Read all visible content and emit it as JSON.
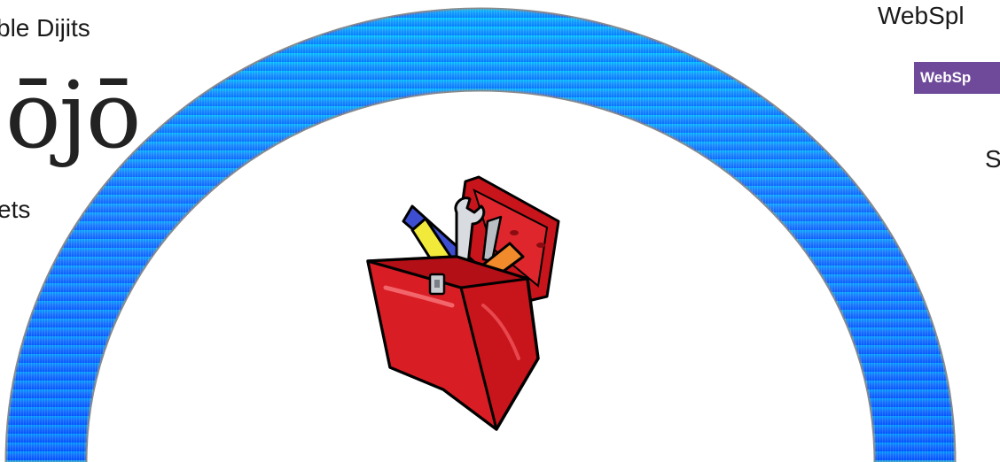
{
  "slide": {
    "left_heading": "ble Dijits",
    "left_logo_text": "ōjō",
    "left_subheading": "ets",
    "right_heading": "WebSpl",
    "right_logo_text": "WebSp",
    "right_subheading": "S"
  },
  "icons": {
    "arch": "arch-shape",
    "toolbox": "toolbox-icon"
  },
  "colors": {
    "arch_light": "#00c8ff",
    "arch_dark": "#0050ff",
    "arch_border": "#8a8a8a",
    "toolbox_red": "#d8141c",
    "websphere_purple": "#6f4a9a"
  }
}
